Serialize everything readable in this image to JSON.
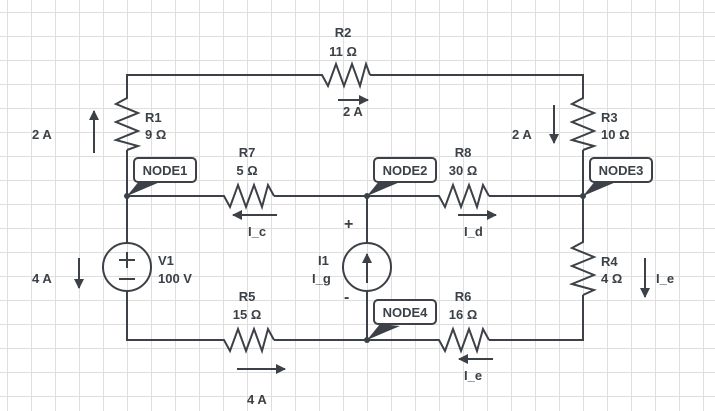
{
  "diagram": {
    "type": "electrical-circuit",
    "colors": {
      "wire": "#3b4147",
      "grid": "#dedede",
      "background": "#ffffff"
    },
    "nodes": [
      {
        "id": "NODE1",
        "label": "NODE1"
      },
      {
        "id": "NODE2",
        "label": "NODE2"
      },
      {
        "id": "NODE3",
        "label": "NODE3"
      },
      {
        "id": "NODE4",
        "label": "NODE4"
      }
    ],
    "resistors": [
      {
        "name": "R1",
        "value": "9 Ω"
      },
      {
        "name": "R2",
        "value": "11 Ω"
      },
      {
        "name": "R3",
        "value": "10 Ω"
      },
      {
        "name": "R4",
        "value": "4 Ω"
      },
      {
        "name": "R5",
        "value": "15 Ω"
      },
      {
        "name": "R6",
        "value": "16 Ω"
      },
      {
        "name": "R7",
        "value": "5 Ω"
      },
      {
        "name": "R8",
        "value": "30 Ω"
      }
    ],
    "sources": {
      "voltage": {
        "name": "V1",
        "value": "100 V",
        "plus": "+",
        "minus": "−"
      },
      "current": {
        "name": "I1",
        "value": "I_g",
        "plus": "+",
        "minus": "-"
      }
    },
    "currents": {
      "r1": {
        "label": "2 A",
        "direction": "up"
      },
      "r2": {
        "label": "2 A",
        "direction": "right"
      },
      "r3": {
        "label": "2 A",
        "direction": "down"
      },
      "v1": {
        "label": "4 A",
        "direction": "down"
      },
      "r5": {
        "label": "4 A",
        "direction": "right"
      },
      "r7": {
        "label": "I_c",
        "direction": "left"
      },
      "r8": {
        "label": "I_d",
        "direction": "right"
      },
      "r4": {
        "label": "I_e",
        "direction": "down"
      },
      "r6": {
        "label": "I_e",
        "direction": "left"
      }
    }
  }
}
